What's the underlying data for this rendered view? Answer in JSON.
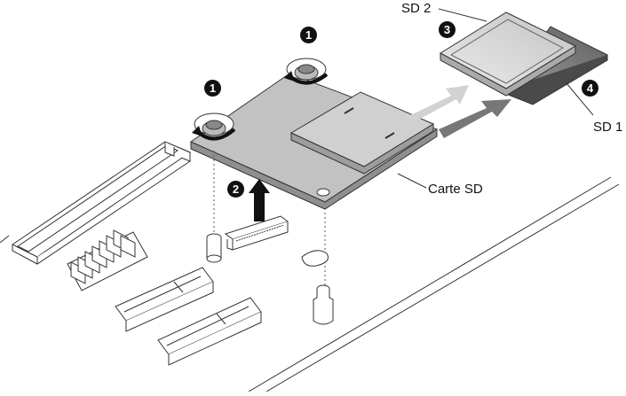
{
  "labels": {
    "sd2": "SD 2",
    "sd1": "SD 1",
    "card": "Carte SD"
  },
  "steps": {
    "screw_left": "1",
    "screw_right": "1",
    "lift": "2",
    "sd2_step": "3",
    "sd1_step": "4"
  },
  "colors": {
    "line": "#333333",
    "board_fill": "#b9b9b9",
    "board_top": "#c4c4c4",
    "card_sd2": "#c8c8c8",
    "card_sd1": "#5a5a5a",
    "arrow_light": "#cfcfcf",
    "arrow_dark": "#7a7a7a"
  },
  "icons": [
    "screw-icon",
    "rotate-arrow-icon",
    "up-arrow-icon",
    "insert-arrow-icon"
  ]
}
